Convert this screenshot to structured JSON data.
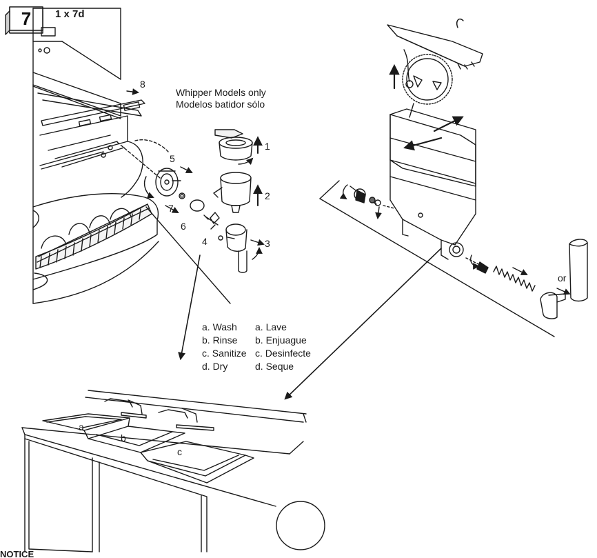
{
  "step": {
    "number": "7",
    "count": "1 x 7d"
  },
  "note": {
    "line1": "Whipper Models only",
    "line2": "Modelos batidor sólo"
  },
  "callouts": {
    "c1": "1",
    "c2": "2",
    "c3": "3",
    "c4": "4",
    "c5": "5",
    "c6": "6",
    "c7": "7",
    "c8": "8"
  },
  "or_label": "or",
  "legend_en": [
    "a. Wash",
    "b. Rinse",
    "c. Sanitize",
    "d. Dry"
  ],
  "legend_es": [
    "a. Lave",
    "b. Enjuague",
    "c. Desinfecte",
    "d. Seque"
  ],
  "sink_labels": {
    "a": "a",
    "b": "b",
    "c": "c"
  },
  "cut_text": "NOTICE"
}
